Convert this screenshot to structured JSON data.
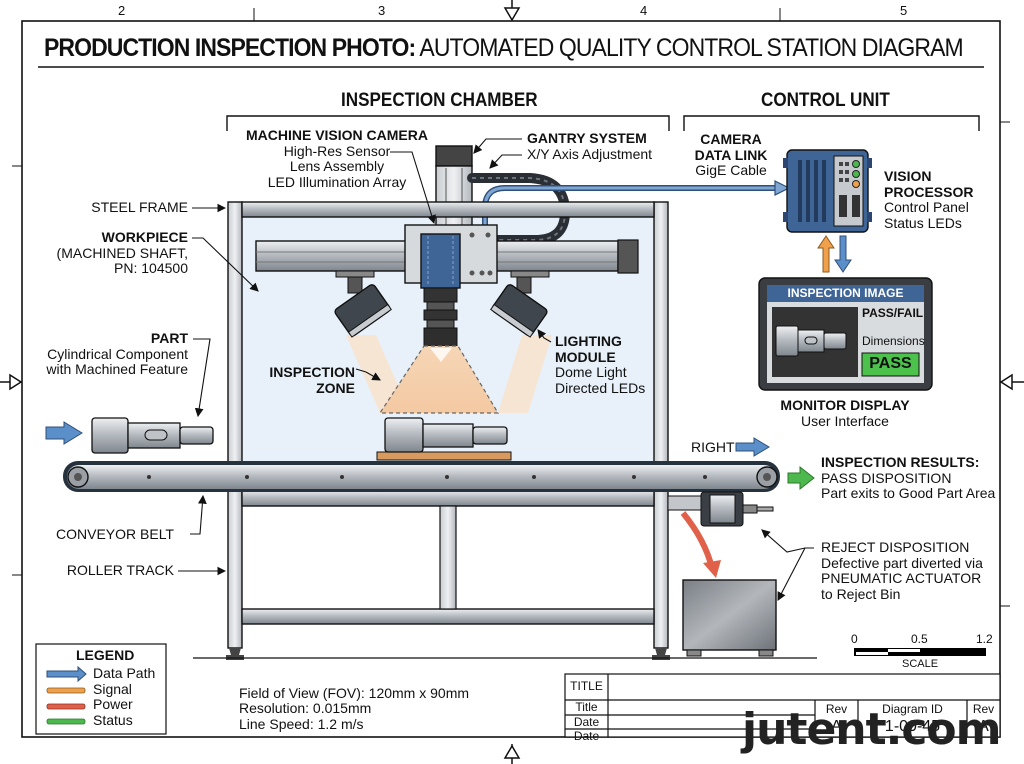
{
  "page": {
    "title_bold": "PRODUCTION INSPECTION PHOTO:",
    "title_rest": " AUTOMATED QUALITY CONTROL STATION DIAGRAM",
    "column_markers": [
      "2",
      "3",
      "4",
      "5"
    ]
  },
  "sections": {
    "inspection_chamber": "INSPECTION CHAMBER",
    "control_unit": "CONTROL UNIT"
  },
  "callouts": {
    "camera": {
      "title": "MACHINE VISION CAMERA",
      "lines": [
        "High-Res Sensor",
        "Lens Assembly",
        "LED Illumination Array"
      ]
    },
    "gantry": {
      "title": "GANTRY SYSTEM",
      "sub": "X/Y Axis Adjustment"
    },
    "data_link": {
      "title1": "CAMERA",
      "title2": "DATA LINK",
      "sub": "GigE Cable"
    },
    "processor": {
      "title1": "VISION",
      "title2": "PROCESSOR",
      "lines": [
        "Control Panel",
        "Status LEDs"
      ]
    },
    "steel_frame": "STEEL FRAME",
    "workpiece": {
      "title": "WORKPIECE",
      "lines": [
        "(MACHINED SHAFT,",
        "PN: 104500"
      ]
    },
    "part": {
      "title": "PART",
      "lines": [
        "Cylindrical Component",
        "with Machined Feature"
      ]
    },
    "inspection_zone": {
      "line1": "INSPECTION",
      "line2": "ZONE"
    },
    "lighting": {
      "title1": "LIGHTING",
      "title2": "MODULE",
      "lines": [
        "Dome Light",
        "Directed LEDs"
      ]
    },
    "monitor": {
      "title": "MONITOR DISPLAY",
      "sub": "User Interface"
    },
    "right_label": "RIGHT",
    "results": {
      "title": "INSPECTION RESULTS:",
      "line1": "PASS DISPOSITION",
      "line2": "Part exits to Good Part Area"
    },
    "reject": {
      "title": "REJECT DISPOSITION",
      "lines": [
        "Defective part diverted via",
        "PNEUMATIC ACTUATOR",
        "to Reject Bin"
      ]
    },
    "conveyor_belt": "CONVEYOR BELT",
    "roller_track": "ROLLER TRACK"
  },
  "monitor_screen": {
    "header": "INSPECTION IMAGE",
    "pass_fail_label": "PASS/FAIL",
    "dimensions_label": "Dimensions",
    "status": "PASS"
  },
  "legend": {
    "title": "LEGEND",
    "items": [
      {
        "label": "Data Path",
        "color": "#5b8fc9",
        "kind": "arrow"
      },
      {
        "label": "Signal",
        "color": "#f0a04b",
        "kind": "bar"
      },
      {
        "label": "Power",
        "color": "#e0604a",
        "kind": "bar"
      },
      {
        "label": "Status",
        "color": "#4db84d",
        "kind": "bar"
      }
    ]
  },
  "specs": [
    "Field of View (FOV): 120mm x 90mm",
    "Resolution: 0.015mm",
    "Line Speed: 1.2 m/s"
  ],
  "scale": {
    "ticks": [
      "0",
      "0.5",
      "1.2"
    ],
    "label": "SCALE"
  },
  "title_block": {
    "title_header": "TITLE",
    "rows": [
      "Title",
      "Date",
      "Date"
    ],
    "rev_label": "Rev",
    "diagram_id_label": "Diagram ID",
    "rev_label_2": "Rev",
    "rev_value": "A",
    "diagram_id_value": "1-00-45",
    "rev_value_2": "A"
  },
  "watermark": "jutent.com",
  "colors": {
    "data_path": "#5b8fc9",
    "signal": "#f0a04b",
    "power": "#e0604a",
    "status": "#4db84d",
    "pass_green": "#4cc24c",
    "processor_blue": "#3f6596",
    "chamber_bg": "#e8f1f9"
  }
}
